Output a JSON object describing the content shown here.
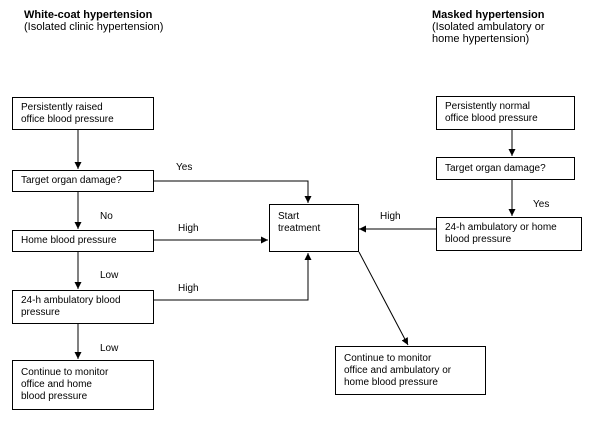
{
  "headings": {
    "left_title": "White-coat hypertension",
    "left_subtitle": "(Isolated clinic hypertension)",
    "right_title": "Masked hypertension",
    "right_subtitle_1": "(Isolated ambulatory or",
    "right_subtitle_2": "home hypertension)"
  },
  "left_boxes": {
    "persistent_raised_1": "Persistently raised",
    "persistent_raised_2": "office blood pressure",
    "target_organ": "Target organ damage?",
    "home_bp": "Home blood pressure",
    "ambulatory_1": "24-h ambulatory blood",
    "ambulatory_2": "pressure",
    "continue_1": "Continue to monitor",
    "continue_2": "office and home",
    "continue_3": "blood pressure"
  },
  "center_box": {
    "line1": "Start",
    "line2": "treatment"
  },
  "right_boxes": {
    "persistent_normal_1": "Persistently normal",
    "persistent_normal_2": "office blood pressure",
    "target_organ": "Target organ damage?",
    "ambulatory_home_1": "24-h ambulatory or home",
    "ambulatory_home_2": "blood pressure",
    "continue_1": "Continue to monitor",
    "continue_2": "office and ambulatory or",
    "continue_3": "home blood pressure"
  },
  "edge_labels": {
    "yes_left": "Yes",
    "no_left": "No",
    "high_home": "High",
    "low_home": "Low",
    "high_ambulatory": "High",
    "low_ambulatory": "Low",
    "high_right": "High",
    "yes_right": "Yes"
  }
}
